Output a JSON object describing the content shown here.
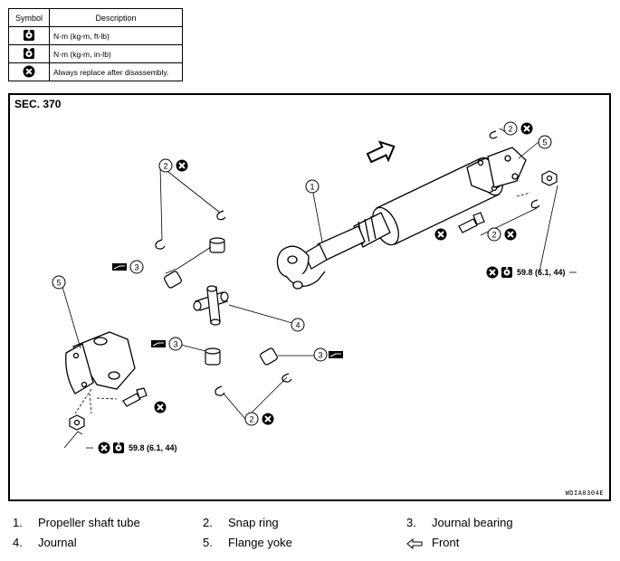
{
  "table": {
    "header_symbol": "Symbol",
    "header_description": "Description",
    "rows": [
      {
        "icon": "torque-wrench-icon",
        "description": "N·m (kg-m, ft-lb)"
      },
      {
        "icon": "torque-wrench-inlb-icon",
        "description": "N·m (kg-m, in-lb)"
      },
      {
        "icon": "always-replace-icon",
        "description": "Always replace after disassembly."
      }
    ]
  },
  "figure": {
    "section": "SEC. 370",
    "figure_id": "WDIA0304E",
    "callouts": [
      "1",
      "2",
      "2",
      "2",
      "2",
      "3",
      "3",
      "3",
      "4",
      "5",
      "5"
    ],
    "torque_values": {
      "rear": "59.8 (6.1, 44)",
      "front": "59.8 (6.1, 44)"
    }
  },
  "legend": [
    {
      "num": "1.",
      "label": "Propeller shaft tube"
    },
    {
      "num": "2.",
      "label": "Snap ring"
    },
    {
      "num": "3.",
      "label": "Journal bearing"
    },
    {
      "num": "4.",
      "label": "Journal"
    },
    {
      "num": "5.",
      "label": "Flange yoke"
    },
    {
      "icon": "front-arrow-icon",
      "label": "Front"
    }
  ]
}
